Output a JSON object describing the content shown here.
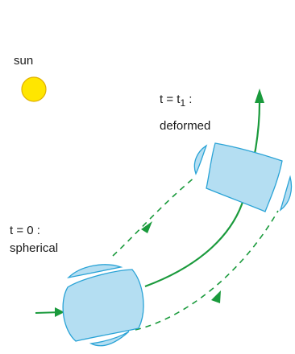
{
  "labels": {
    "sun": "sun",
    "t_final_prefix": "t = t",
    "t_final_sub": "1",
    "t_final_suffix": " :",
    "t_final_state": "deformed",
    "t_initial": "t = 0 :",
    "t_initial_state": "spherical"
  },
  "colors": {
    "sun_fill": "#ffe600",
    "sun_stroke": "#e0b000",
    "body_fill": "#b4def2",
    "body_stroke": "#2aa3d6",
    "trajectory": "#1a9a3c"
  },
  "icons": {
    "sun": "sun-icon"
  }
}
